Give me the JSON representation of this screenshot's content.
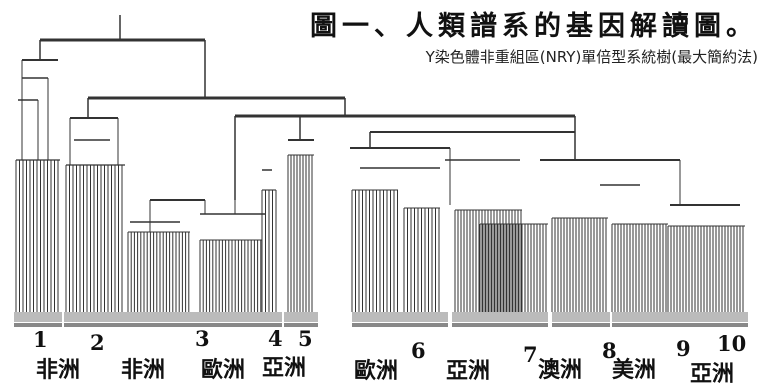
{
  "title": "圖一、人類譜系的基因解讀圖。",
  "subtitle": "Y染色體非重組區(NRY)單倍型系統樹(最大簡約法)",
  "clades": [
    {
      "number": "1",
      "region": "非洲"
    },
    {
      "number": "2",
      "region": "非洲"
    },
    {
      "number": "3",
      "region": "歐洲"
    },
    {
      "number": "4",
      "region": "亞洲"
    },
    {
      "number": "5",
      "region": ""
    },
    {
      "number": "6",
      "region": "歐洲"
    },
    {
      "number": "7",
      "region": "亞洲"
    },
    {
      "number": "8",
      "region": "澳洲"
    },
    {
      "number": "9",
      "region": "美洲"
    },
    {
      "number": "10",
      "region": "亞洲"
    }
  ],
  "colors": {
    "line": "#333333",
    "background": "#ffffff",
    "text": "#111111"
  }
}
